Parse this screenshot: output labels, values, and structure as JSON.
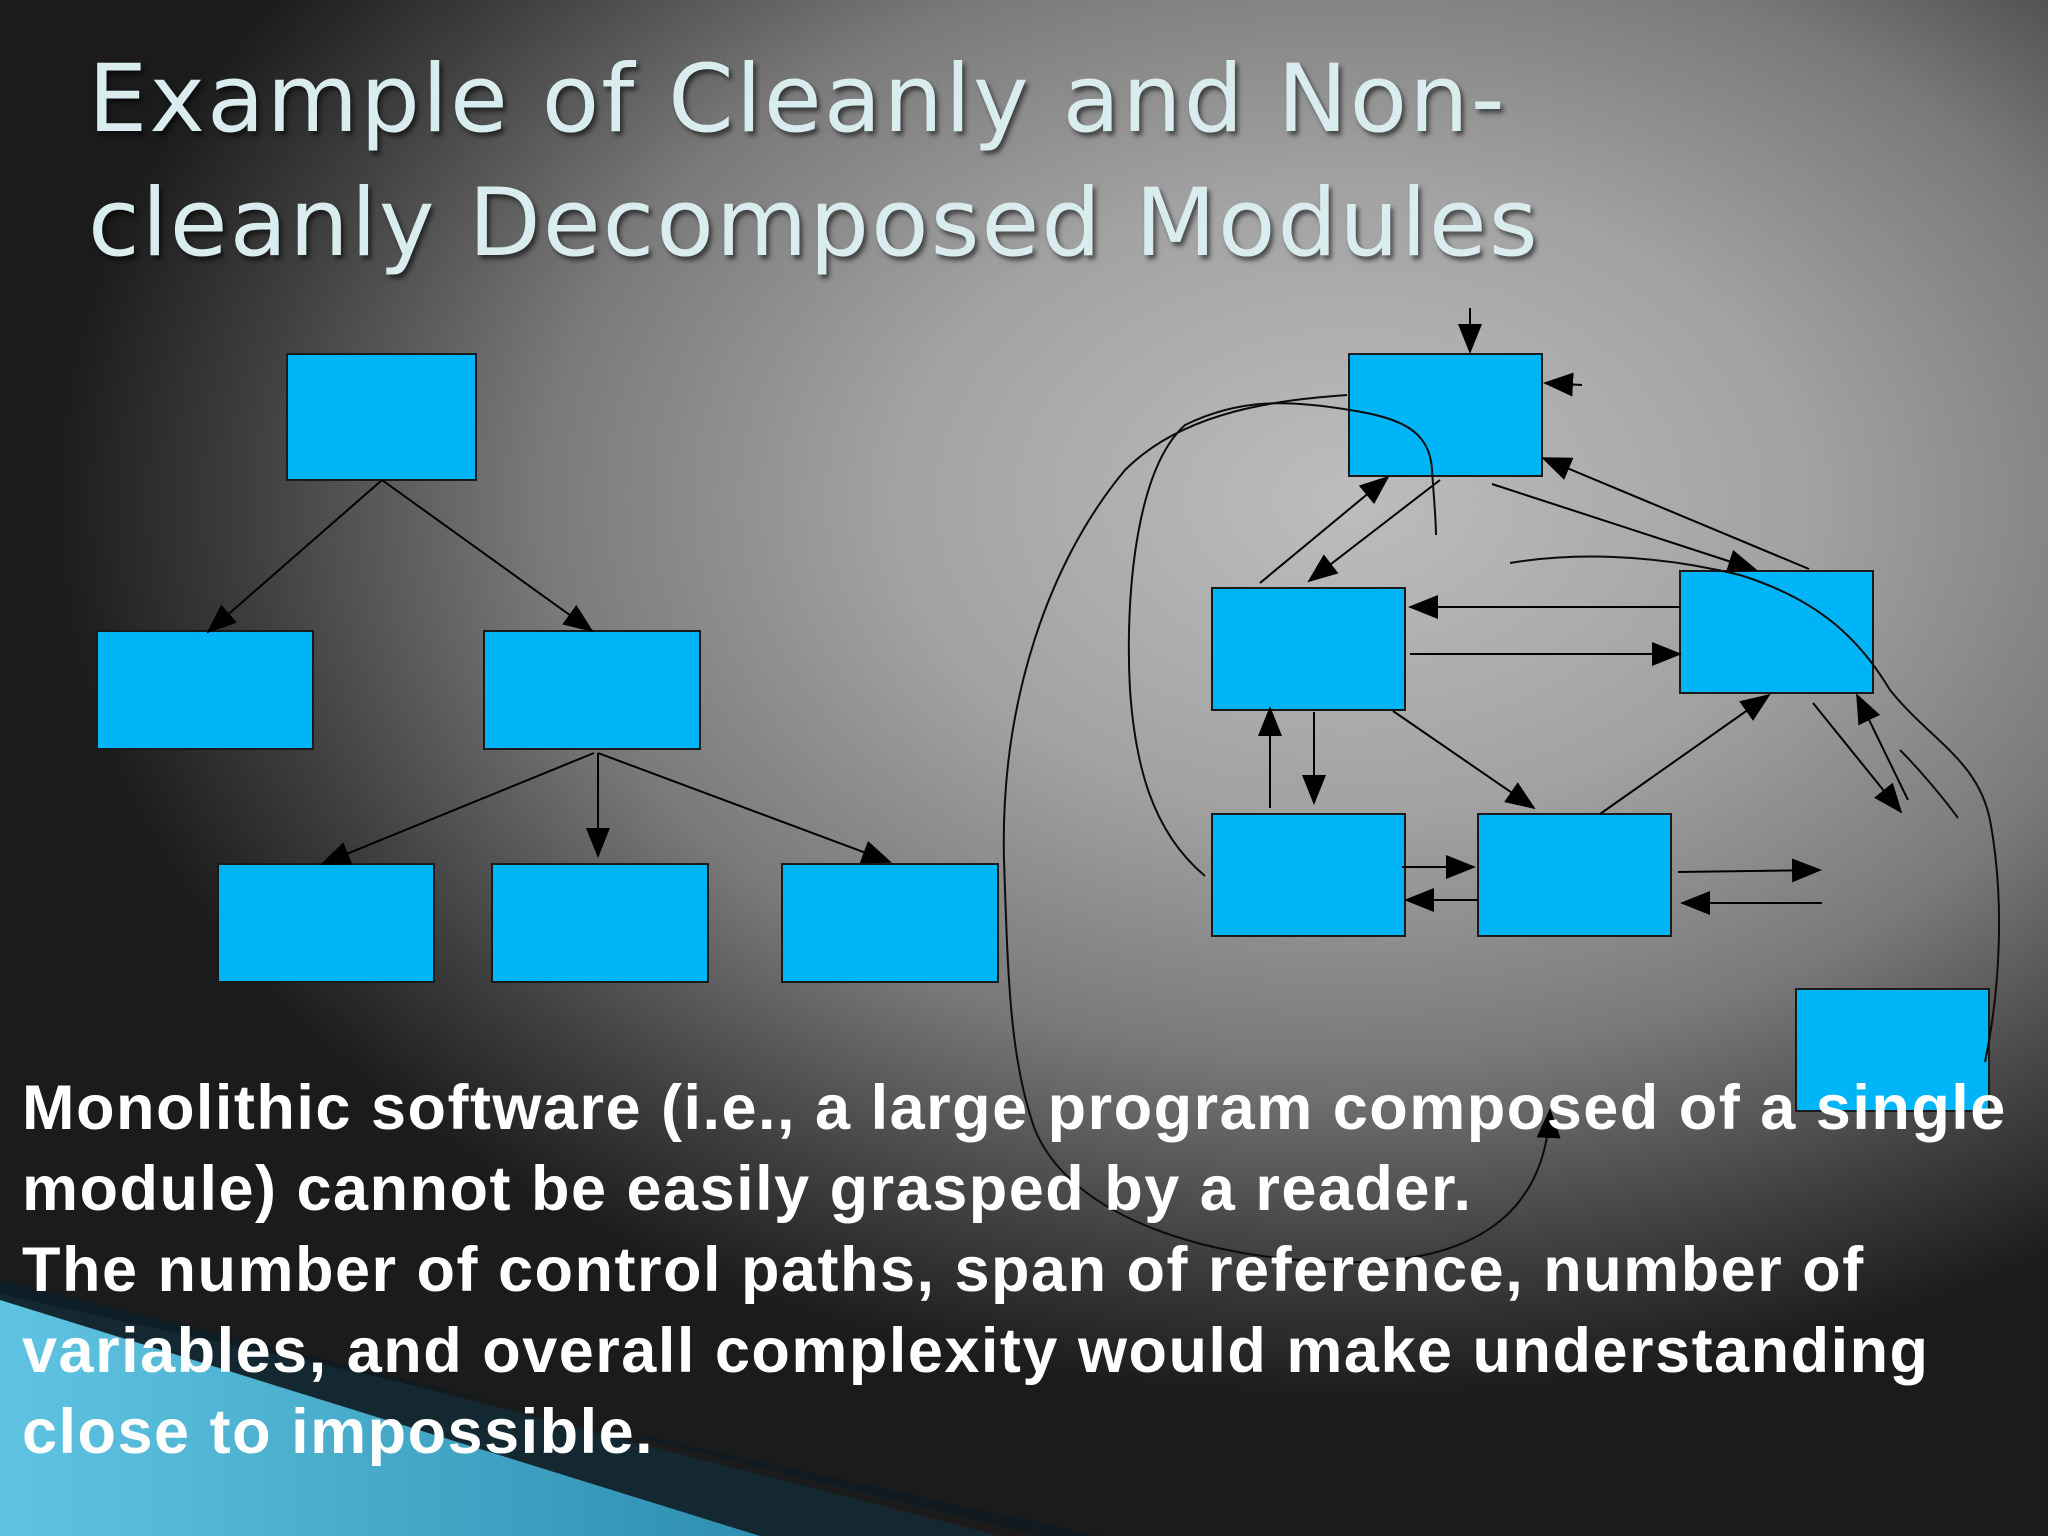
{
  "slide": {
    "title": "Example of Cleanly and Non-cleanly Decomposed Modules",
    "paragraphs": [
      "Monolithic software (i.e., a large program composed of a single module) cannot be easily grasped by a reader.",
      "The number of control paths, span of reference, number of variables, and overall complexity would make understanding close to impossible."
    ]
  },
  "colors": {
    "module_fill": "#00b4f8",
    "title_text": "#d9ecee",
    "body_text": "#ffffff",
    "corner_accent": "#3aa9c9"
  }
}
